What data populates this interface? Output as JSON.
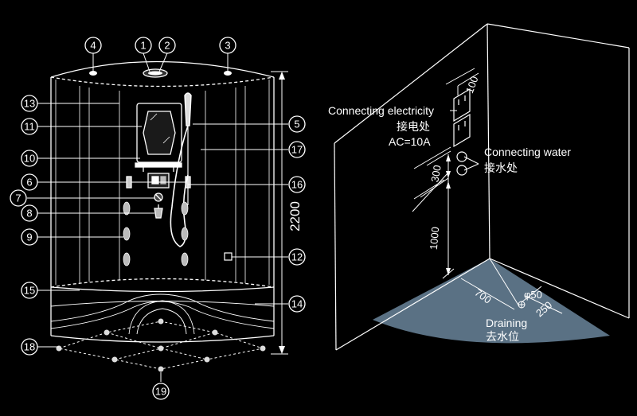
{
  "callouts": {
    "c1": "1",
    "c2": "2",
    "c3": "3",
    "c4": "4",
    "c5": "5",
    "c6": "6",
    "c7": "7",
    "c8": "8",
    "c9": "9",
    "c10": "10",
    "c11": "11",
    "c12": "12",
    "c13": "13",
    "c14": "14",
    "c15": "15",
    "c16": "16",
    "c17": "17",
    "c18": "18",
    "c19": "19"
  },
  "dimensions": {
    "height_total": "2200",
    "socket_top": "100",
    "water_gap": "300",
    "water_height": "1000",
    "drain_offset_a": "700",
    "drain_offset_b": "250",
    "drain_diameter": "φ50"
  },
  "annotations": {
    "electricity_en": "Connecting electricity",
    "electricity_cn": "接电处",
    "electricity_spec": "AC=10A",
    "water_en": "Connecting water",
    "water_cn": "接水处",
    "drain_en": "Draining",
    "drain_cn": "去水位"
  },
  "colors": {
    "background": "#000000",
    "line": "#ffffff",
    "floor": "#5a7184"
  }
}
